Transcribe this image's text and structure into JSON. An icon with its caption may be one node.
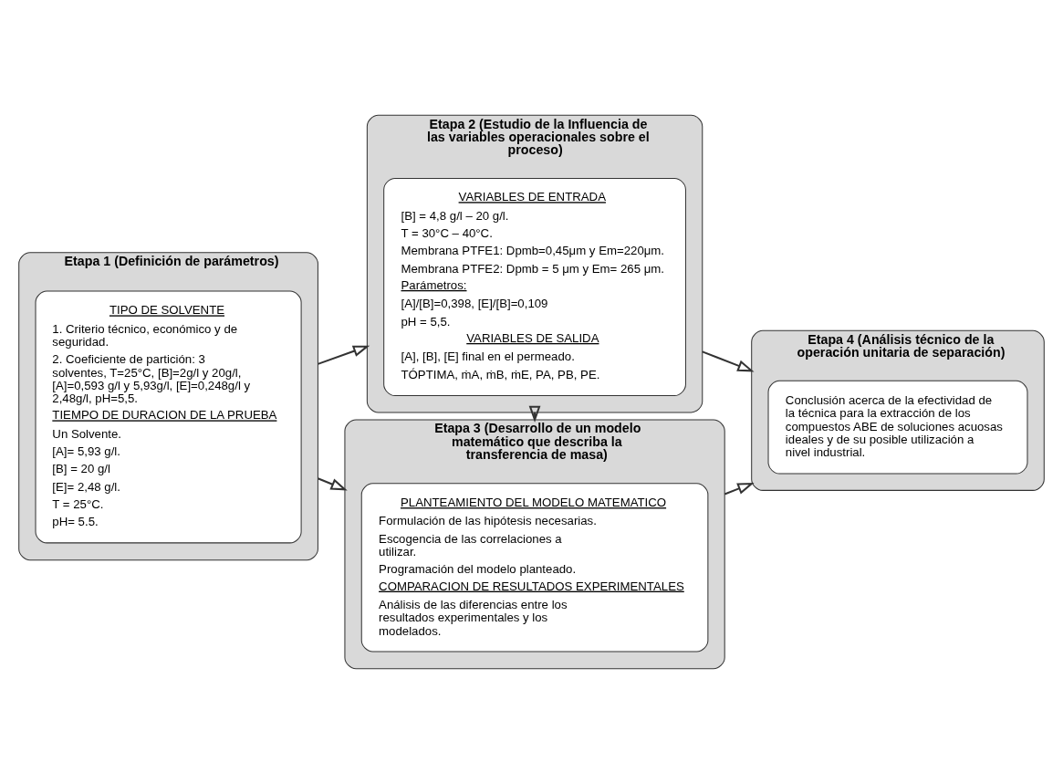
{
  "diagram": {
    "nodes": [
      {
        "text": [
          "Etapa 1 (Definición de parámetros)"
        ]
      },
      {
        "text": [
          "TIPO DE SOLVENTE",
          "1. Criterio técnico, económico y de seguridad.",
          "2. Coeficiente de partición: 3 solventes, T=25°C, [B]=2g/l y 20g/l, [A]=0,593 g/l y 5,93g/l, [E]=0,248g/l y 2,48g/l, pH=5,5.",
          "TIEMPO DE DURACION DE LA PRUEBA",
          "Un Solvente.",
          "[A]= 5,93 g/l.",
          "[B] = 20 g/l",
          "[E]= 2,48 g/l.",
          "T = 25°C.",
          "pH= 5.5."
        ],
        "in": 0
      },
      {
        "text": [
          "Etapa 2 (Estudio de la Influencia de las variables operacionales sobre el proceso)"
        ]
      },
      {
        "text": [
          "VARIABLES DE ENTRADA",
          "[B] = 4,8 g/l – 20 g/l.",
          "T = 30°C – 40°C.",
          "Membrana PTFE1: Dpmb=0,45μm y Em=220μm.",
          "Membrana PTFE2: Dpmb = 5 μm y Em= 265 μm.",
          "Parámetros:",
          "[A]/[B]=0,398, [E]/[B]=0,109",
          "pH = 5,5.",
          "VARIABLES DE SALIDA",
          "[A], [B], [E] final en el permeado.",
          "TÓPTIMA, ṁA, ṁB, ṁE, PA, PB, PE."
        ],
        "in": 2
      },
      {
        "text": [
          "Etapa 3 (Desarrollo de un modelo matemático que describa la transferencia de masa)"
        ]
      },
      {
        "text": [
          "PLANTEAMIENTO DEL MODELO MATEMATICO",
          "Formulación de las hipótesis necesarias.",
          "Escogencia de las correlaciones a utilizar.",
          "Programación del modelo planteado.",
          "COMPARACION DE RESULTADOS EXPERIMENTALES",
          "Análisis de las diferencias entre los resultados experimentales y los modelados."
        ],
        "in": 4
      },
      {
        "text": [
          "Etapa 4 (Análisis técnico de la operación unitaria de separación)"
        ]
      },
      {
        "text": [
          "Conclusión acerca de la efectividad de la técnica para la extracción de los compuestos ABE de soluciones acuosas ideales y de su posible utilización a nivel industrial."
        ],
        "in": 6
      }
    ],
    "edges": [
      {
        "from": 0,
        "to": 2,
        "arrow": "to"
      },
      {
        "from": 0,
        "to": 4,
        "arrow": "to"
      },
      {
        "from": 2,
        "to": 4,
        "arrow": "to"
      },
      {
        "from": 2,
        "to": 6,
        "arrow": "to"
      },
      {
        "from": 4,
        "to": 6,
        "arrow": "to"
      }
    ]
  }
}
